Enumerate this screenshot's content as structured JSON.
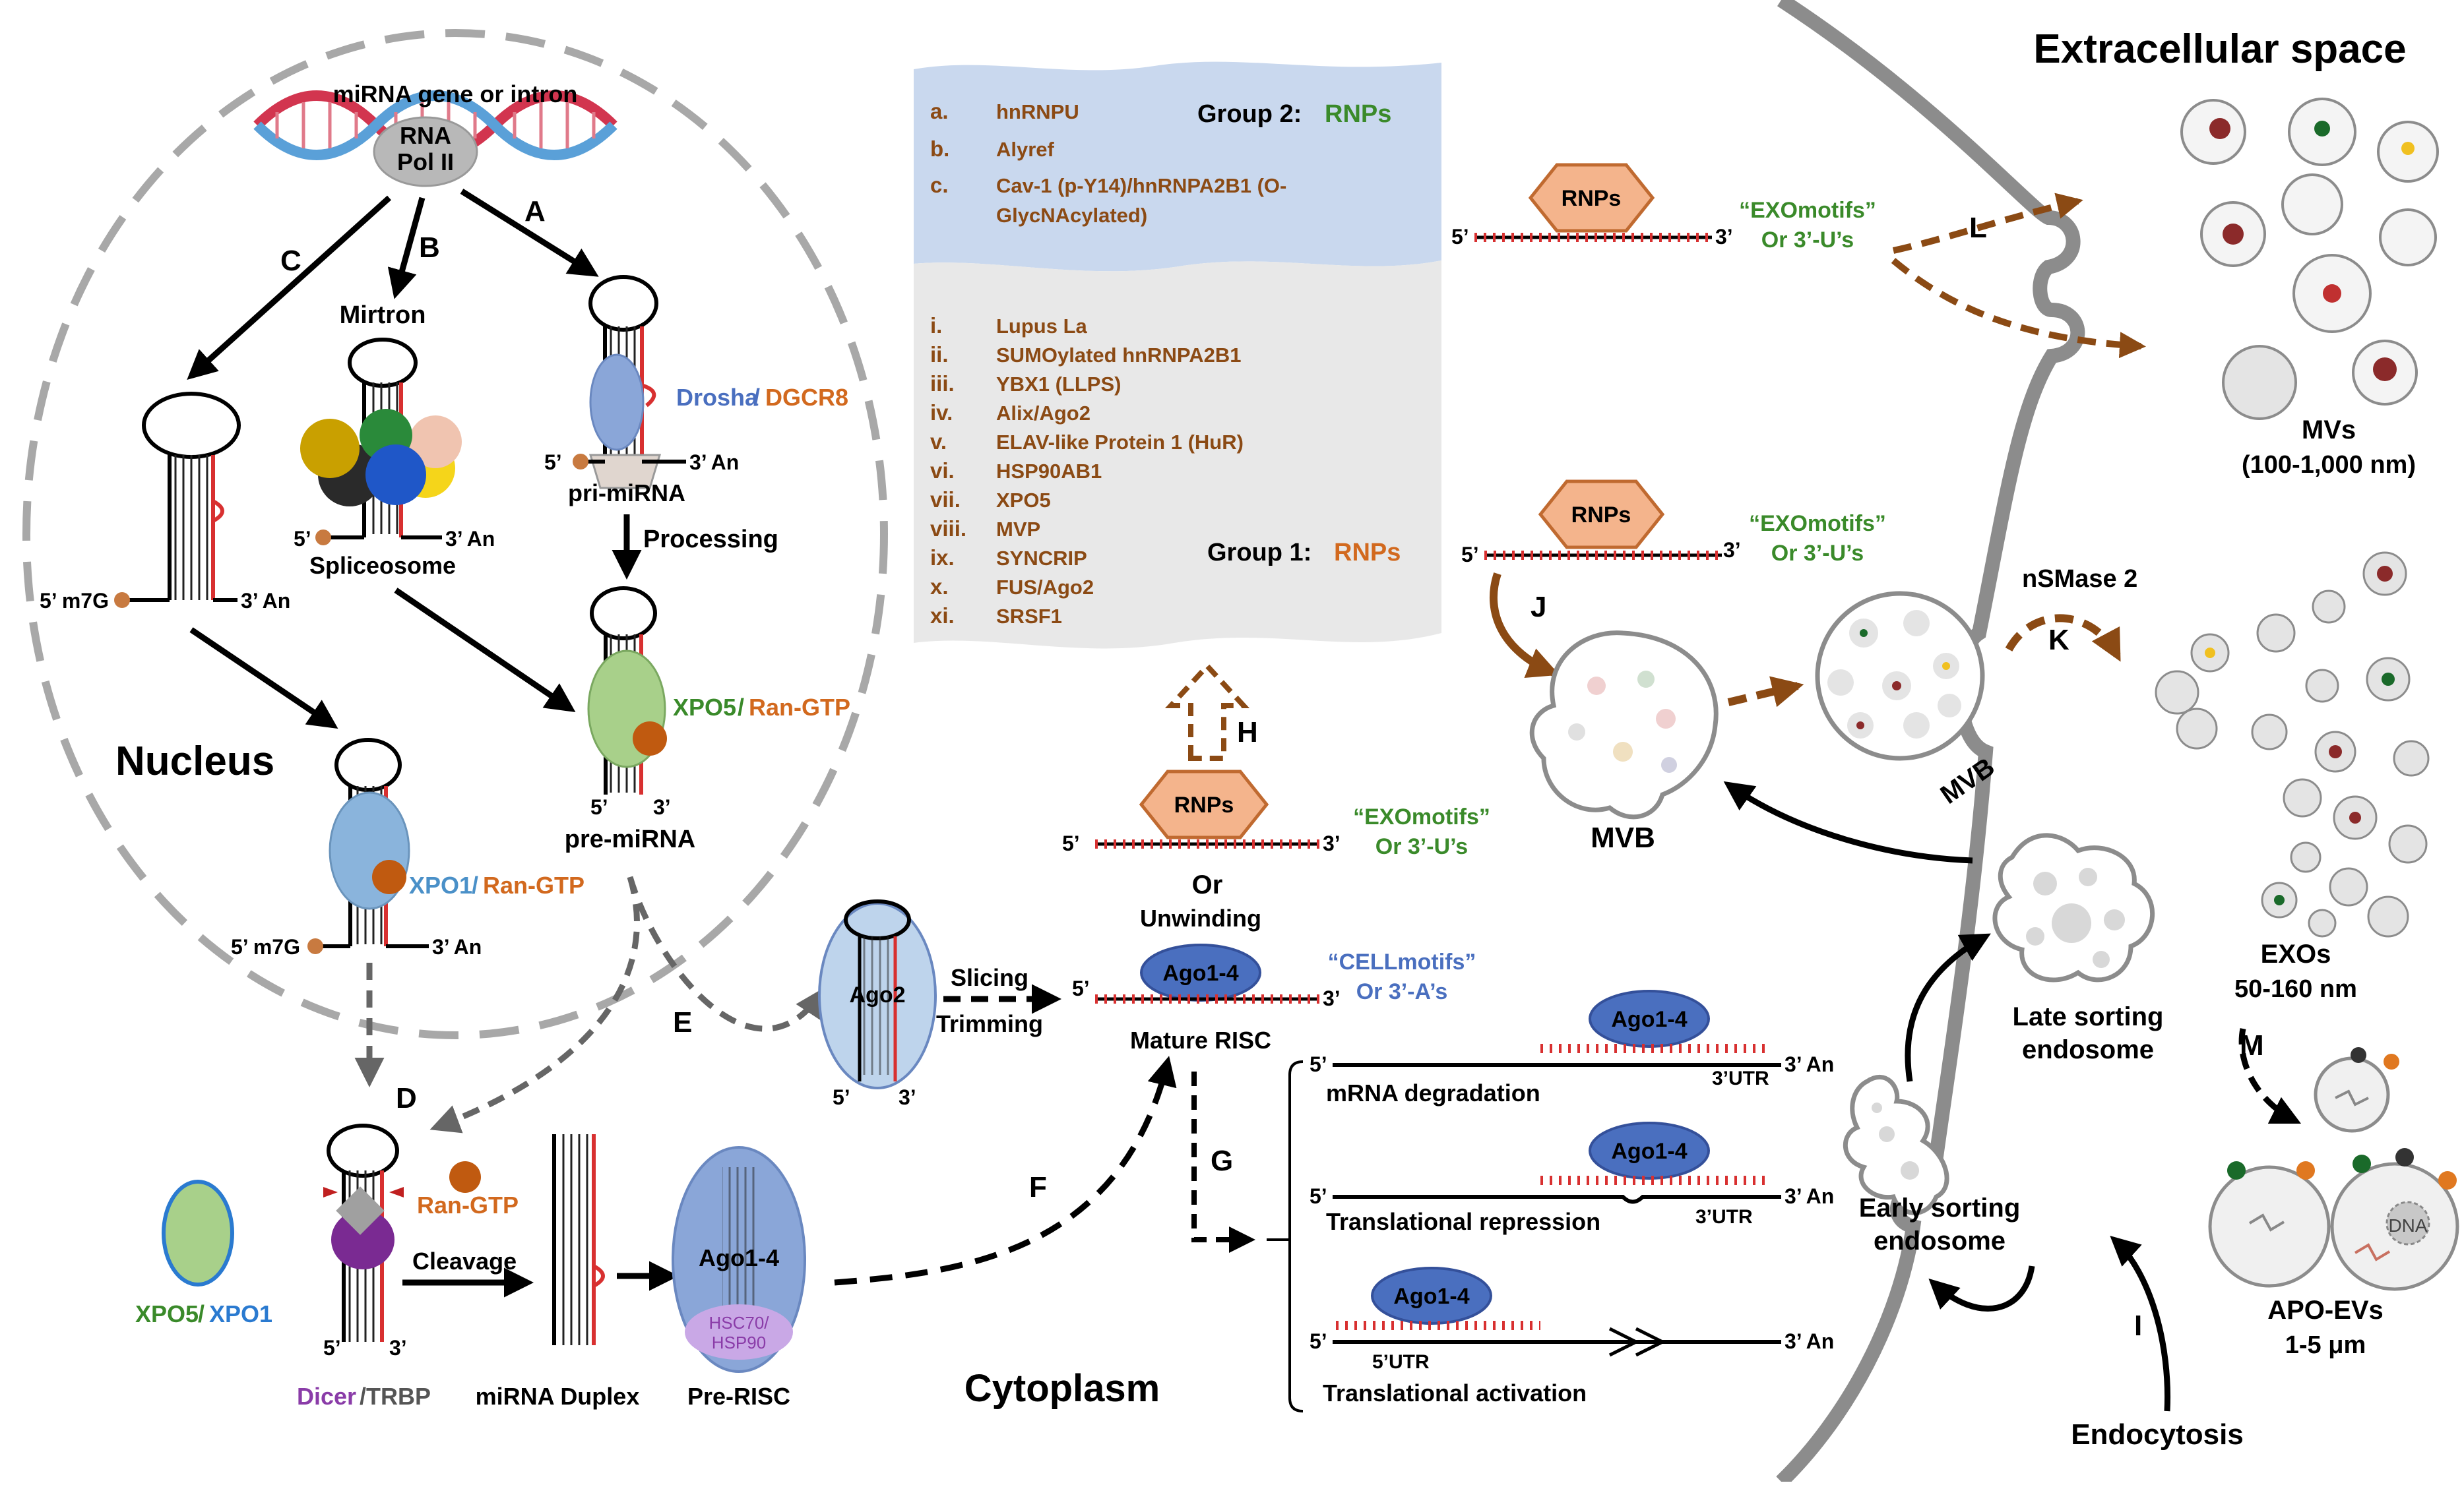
{
  "nucleus": {
    "title": "Nucleus",
    "gene_label": "miRNA gene or intron",
    "rna_pol": [
      "RNA",
      "Pol II"
    ],
    "mirtron": "Mirtron",
    "spliceosome": "Spliceosome",
    "pri_mirna": "pri-miRNA",
    "processing": "Processing",
    "pre_mirna": "pre-miRNA",
    "drosha": "Drosha",
    "dgcr8": "DGCR8",
    "xpo5": "XPO5",
    "xpo1": "XPO1",
    "ran_gtp": "Ran-GTP",
    "slash": "/",
    "cap_m7g": "5’ m7G",
    "three_an": "3’ An",
    "five_prime": "5’",
    "three_prime": "3’",
    "letters": {
      "A": "A",
      "B": "B",
      "C": "C"
    }
  },
  "cytoplasm": {
    "title": "Cytoplasm",
    "xpo5_xpo1": [
      "XPO5",
      "/",
      "XPO1"
    ],
    "dicer": "Dicer",
    "trbp": "/TRBP",
    "ran_gtp": "Ran-GTP",
    "cleavage": "Cleavage",
    "duplex": "miRNA Duplex",
    "pre_risc": "Pre-RISC",
    "hsc70": [
      "HSC70/",
      "HSP90"
    ],
    "ago2": "Ago2",
    "ago14": "Ago1-4",
    "slicing": "Slicing",
    "trimming": "Trimming",
    "or": "Or",
    "unwinding": "Unwinding",
    "mature_risc": "Mature RISC",
    "rnps": "RNPs",
    "exomotifs": [
      "“EXOmotifs”",
      "Or 3’-U’s"
    ],
    "cellmotifs": [
      "“CELLmotifs”",
      "Or 3’-A’s"
    ],
    "mrna_degradation": "mRNA degradation",
    "translational_repression": "Translational repression",
    "translational_activation": "Translational activation",
    "utr3": "3’UTR",
    "utr5": "5’UTR",
    "letters": {
      "D": "D",
      "E": "E",
      "F": "F",
      "G": "G",
      "H": "H"
    }
  },
  "groups": {
    "group2_title": "Group 2: ",
    "group2_rnps": "RNPs",
    "group2_items": [
      {
        "idx": "a.",
        "text": "hnRNPU"
      },
      {
        "idx": "b.",
        "text": "Alyref"
      },
      {
        "idx": "c.",
        "text": "Cav-1  (p-Y14)/hnRNPA2B1  (O-",
        "cont": "GlycNAcylated)"
      }
    ],
    "group1_title": "Group 1: ",
    "group1_rnps": "RNPs",
    "group1_items": [
      {
        "idx": "i.",
        "text": "Lupus La"
      },
      {
        "idx": "ii.",
        "text": "SUMOylated  hnRNPA2B1"
      },
      {
        "idx": "iii.",
        "text": "YBX1  (LLPS)"
      },
      {
        "idx": "iv.",
        "text": "Alix/Ago2"
      },
      {
        "idx": "v.",
        "text": "ELAV-like Protein 1 (HuR)"
      },
      {
        "idx": "vi.",
        "text": "HSP90AB1"
      },
      {
        "idx": "vii.",
        "text": "XPO5"
      },
      {
        "idx": "viii.",
        "text": "MVP"
      },
      {
        "idx": "ix.",
        "text": "SYNCRIP"
      },
      {
        "idx": "x.",
        "text": "FUS/Ago2"
      },
      {
        "idx": "xi.",
        "text": "SRSF1"
      }
    ]
  },
  "secretion": {
    "extracellular": "Extracellular space",
    "mvs": [
      "MVs",
      "(100-1,000  nm)"
    ],
    "exos": [
      "EXOs",
      "50-160  nm"
    ],
    "apo": [
      "APO-EVs",
      "1-5 μm"
    ],
    "dna": "DNA",
    "mvb": "MVB",
    "nsmase": "nSMase 2",
    "late_endosome": [
      "Late sorting",
      "endosome"
    ],
    "early_endosome": [
      "Early sorting",
      "endosome"
    ],
    "endocytosis": "Endocytosis",
    "letters": {
      "I": "I",
      "J": "J",
      "K": "K",
      "L": "L",
      "M": "M"
    }
  },
  "colors": {
    "green": "#3a8a2a",
    "orange": "#d2691e",
    "blue": "#4a6fbf",
    "brown": "#8b4a14",
    "red": "#d83030",
    "purple": "#8a3ca8",
    "dash_grey": "#999999"
  }
}
